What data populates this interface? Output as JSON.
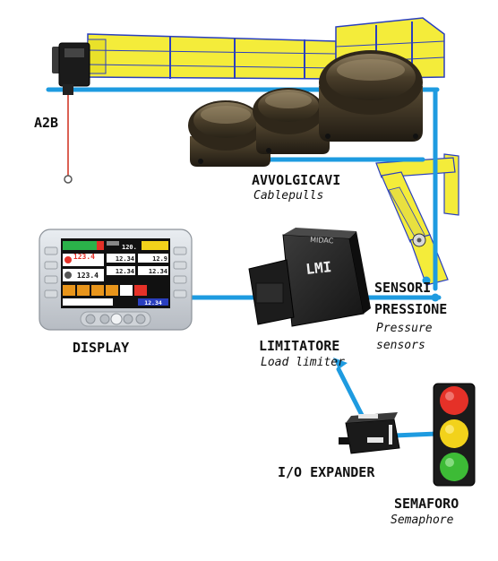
{
  "colors": {
    "cable": "#1e9be0",
    "crane_yellow": "#f4ec3a",
    "crane_outline": "#2a3fbf",
    "device_dark": "#262626",
    "pulley_bronze": "#6b5a3c",
    "traffic_red": "#e53128",
    "traffic_yellow": "#f2d21b",
    "traffic_green": "#3dbb36"
  },
  "labels": {
    "a2b": "A2B",
    "cablepulls_title": "AVVOLGICAVI",
    "cablepulls_sub": "Cablepulls",
    "sensors_title_1": "SENSORI",
    "sensors_title_2": "PRESSIONE",
    "sensors_sub_1": "Pressure",
    "sensors_sub_2": "sensors",
    "display_title": "DISPLAY",
    "limiter_title": "LIMITATORE",
    "limiter_sub": "Load limiter",
    "expander_title": "I/O EXPANDER",
    "semaphore_title": "SEMAFORO",
    "semaphore_sub": "Semaphore"
  },
  "lmi_unit": {
    "brand": "MIDAC",
    "badge": "LMI"
  },
  "display_screen": {
    "top_value": "120.",
    "main_value_1": "123.4",
    "main_value_2": "123.4",
    "cell_1": "12.34",
    "cell_2": "12.34",
    "cell_3": "12.34",
    "cell_4": "12.34",
    "cell_5": "12.9"
  },
  "icons": [
    "a2b-switch-icon",
    "cable-reel-icon",
    "pressure-cylinder-icon",
    "display-panel-icon",
    "lmi-controller-icon",
    "io-expander-icon",
    "traffic-light-icon"
  ]
}
